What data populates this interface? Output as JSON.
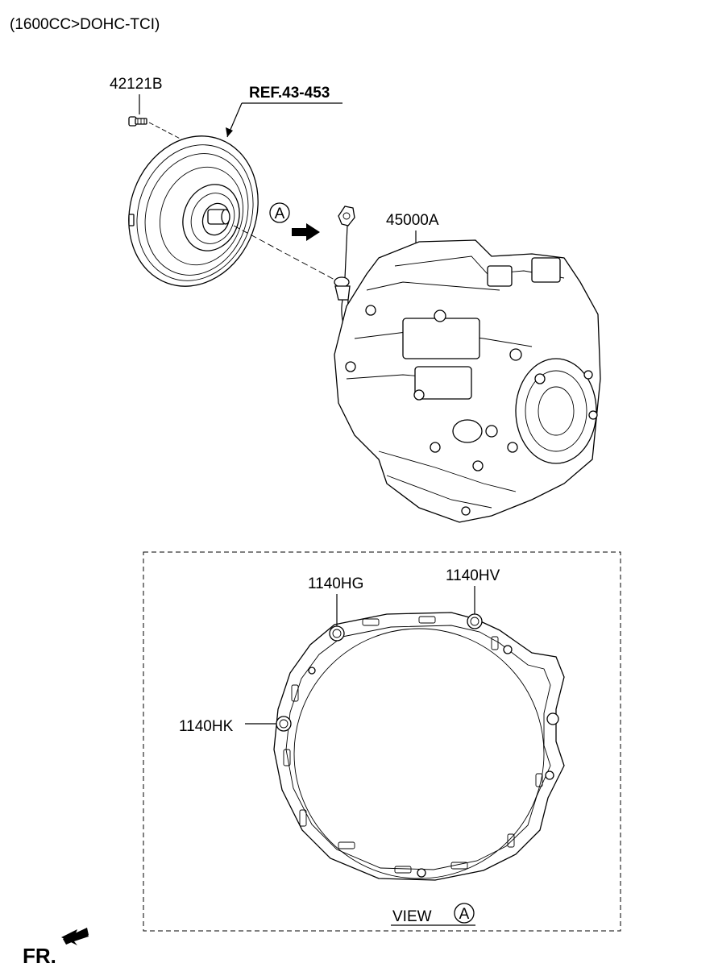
{
  "header": {
    "engine_spec": "(1600CC>DOHC-TCI)"
  },
  "callouts": {
    "bolt": "42121B",
    "torque_converter_ref": "REF.43-453",
    "transaxle": "45000A",
    "dowel_upper_left": "1140HG",
    "dowel_upper_right": "1140HV",
    "dowel_left": "1140HK"
  },
  "view_marker": {
    "letter": "A"
  },
  "view_box": {
    "label": "VIEW",
    "letter": "A"
  },
  "orientation": {
    "label": "FR."
  },
  "icons": {
    "view_marker": "circle-letter-icon",
    "view_arrow": "arrow-right-icon",
    "front_arrow": "arrow-left-icon"
  }
}
